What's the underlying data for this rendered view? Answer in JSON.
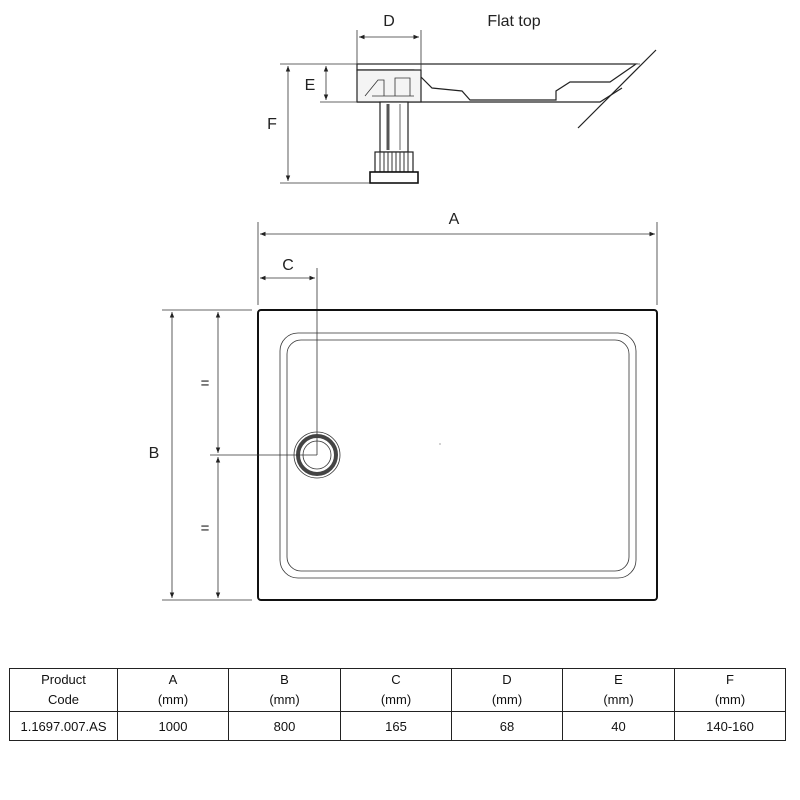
{
  "drawing": {
    "section_view_label": "Flat top",
    "dimension_labels": {
      "a": "A",
      "b": "B",
      "c": "C",
      "d": "D",
      "e": "E",
      "f": "F"
    },
    "equal_sign": "="
  },
  "table": {
    "columns": [
      {
        "name": "Product",
        "sub": "Code"
      },
      {
        "name": "A",
        "sub": "(mm)"
      },
      {
        "name": "B",
        "sub": "(mm)"
      },
      {
        "name": "C",
        "sub": "(mm)"
      },
      {
        "name": "D",
        "sub": "(mm)"
      },
      {
        "name": "E",
        "sub": "(mm)"
      },
      {
        "name": "F",
        "sub": "(mm)"
      }
    ],
    "rows": [
      {
        "product_code": "1.1697.007.AS",
        "a": "1000",
        "b": "800",
        "c": "165",
        "d": "68",
        "e": "40",
        "f": "140-160"
      }
    ]
  }
}
